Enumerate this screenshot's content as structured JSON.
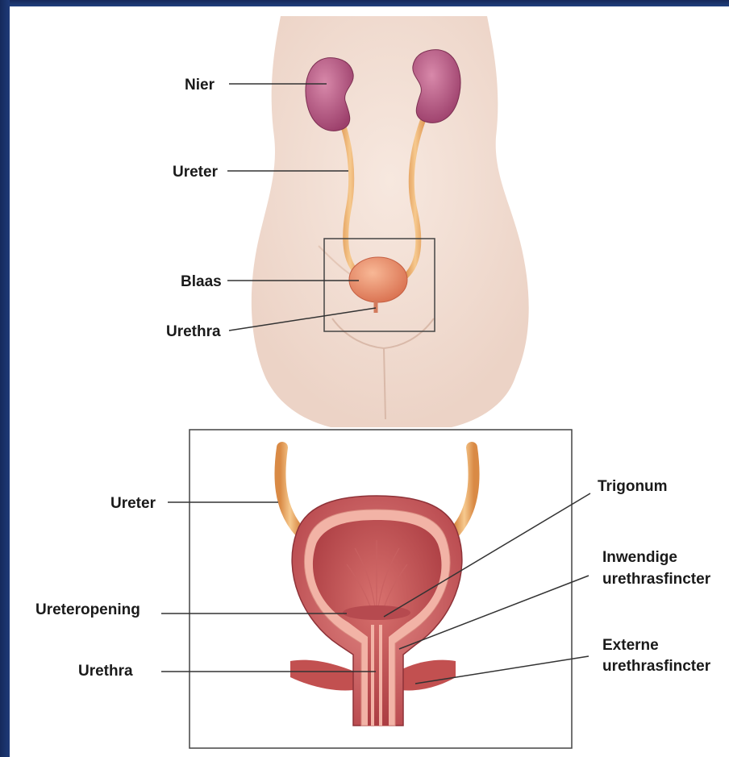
{
  "top_labels": {
    "nier": "Nier",
    "ureter": "Ureter",
    "blaas": "Blaas",
    "urethra": "Urethra"
  },
  "bottom_labels": {
    "ureter": "Ureter",
    "ureteropening": "Ureteropening",
    "urethra": "Urethra",
    "trigonum": "Trigonum",
    "inwendige_line1": "Inwendige",
    "inwendige_line2": "urethrasfincter",
    "externe_line1": "Externe",
    "externe_line2": "urethrasfincter"
  },
  "colors": {
    "frame": "#1c3266",
    "skin": "#f3e0d6",
    "kidney": "#b0527c",
    "ureter": "#f0b06a",
    "bladder": "#e88a6a",
    "muscle": "#c44a4a"
  }
}
